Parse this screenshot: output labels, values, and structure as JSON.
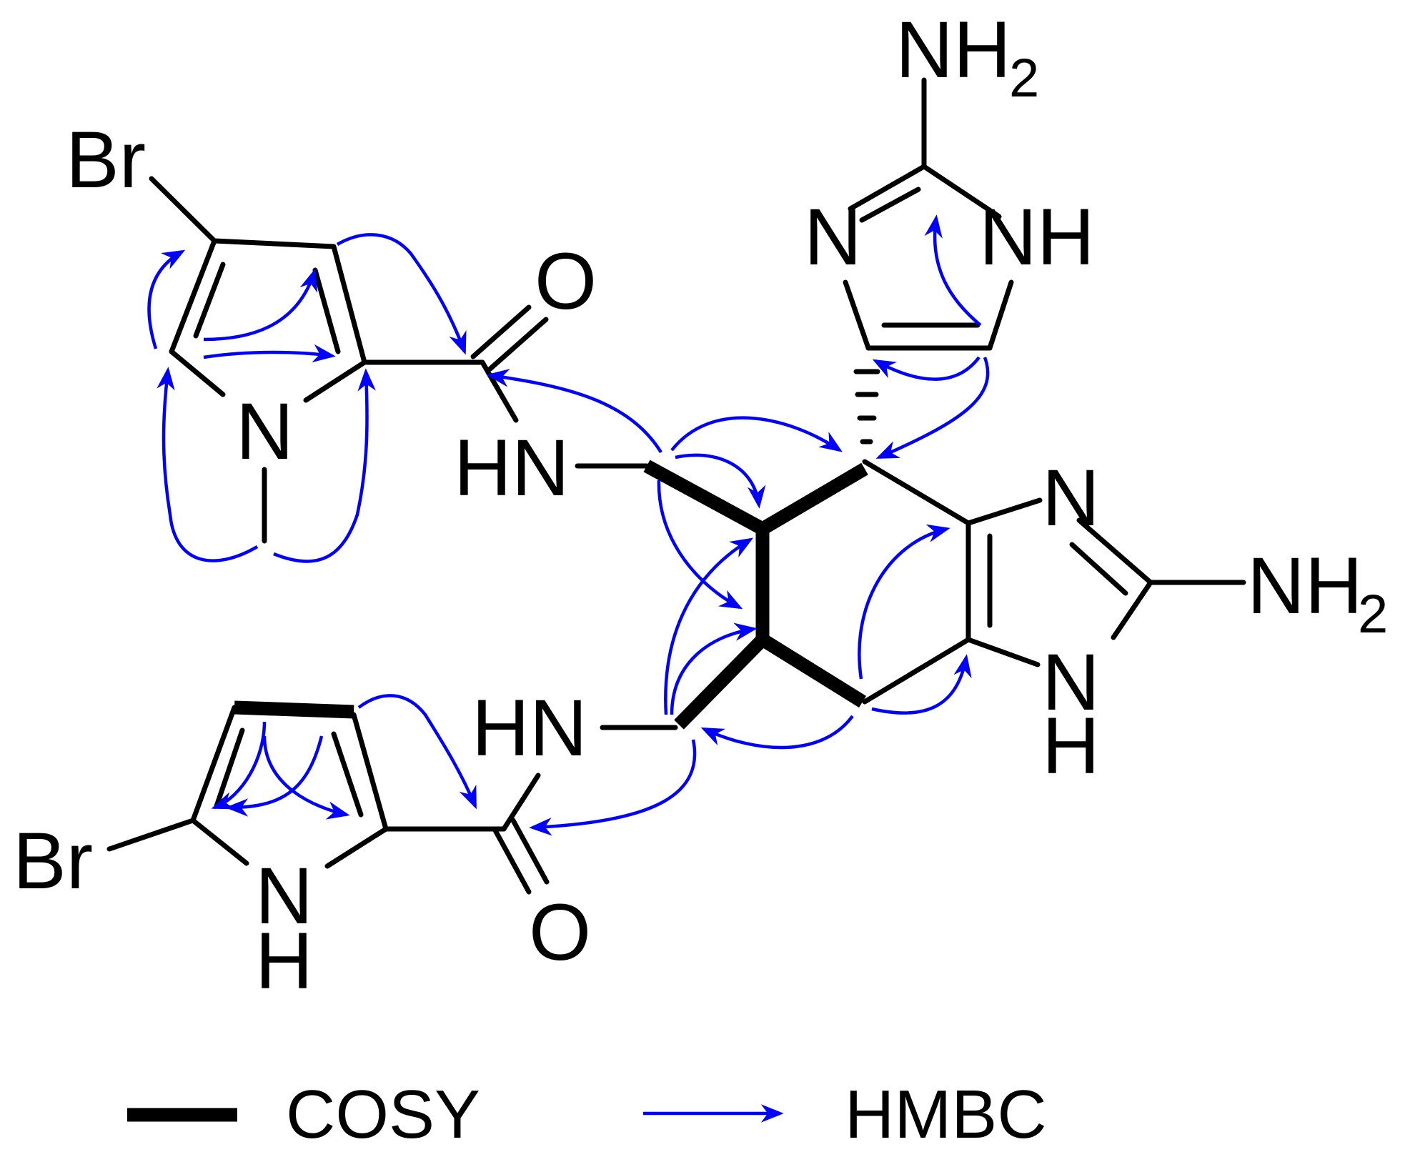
{
  "atoms": {
    "br_top": "Br",
    "n_top_pyrrole": "N",
    "o_top": "O",
    "hn_top": "HN",
    "nh2_top": "NH",
    "nh2_top_sub": "2",
    "n_imid_left": "N",
    "nh_imid_right": "NH",
    "n_bicyclic_top": "N",
    "nh2_right": "NH",
    "nh2_right_sub": "2",
    "n_bicyclic_bottom": "N",
    "h_bicyclic_bottom": "H",
    "hn_bottom": "HN",
    "br_bottom": "Br",
    "n_bottom_pyrrole": "N",
    "h_bottom_pyrrole": "H",
    "o_bottom": "O"
  },
  "legend": {
    "cosy_label": "COSY",
    "hmbc_label": "HMBC"
  },
  "colors": {
    "bond": "#000000",
    "cosy": "#000000",
    "hmbc": "#0000ff"
  }
}
